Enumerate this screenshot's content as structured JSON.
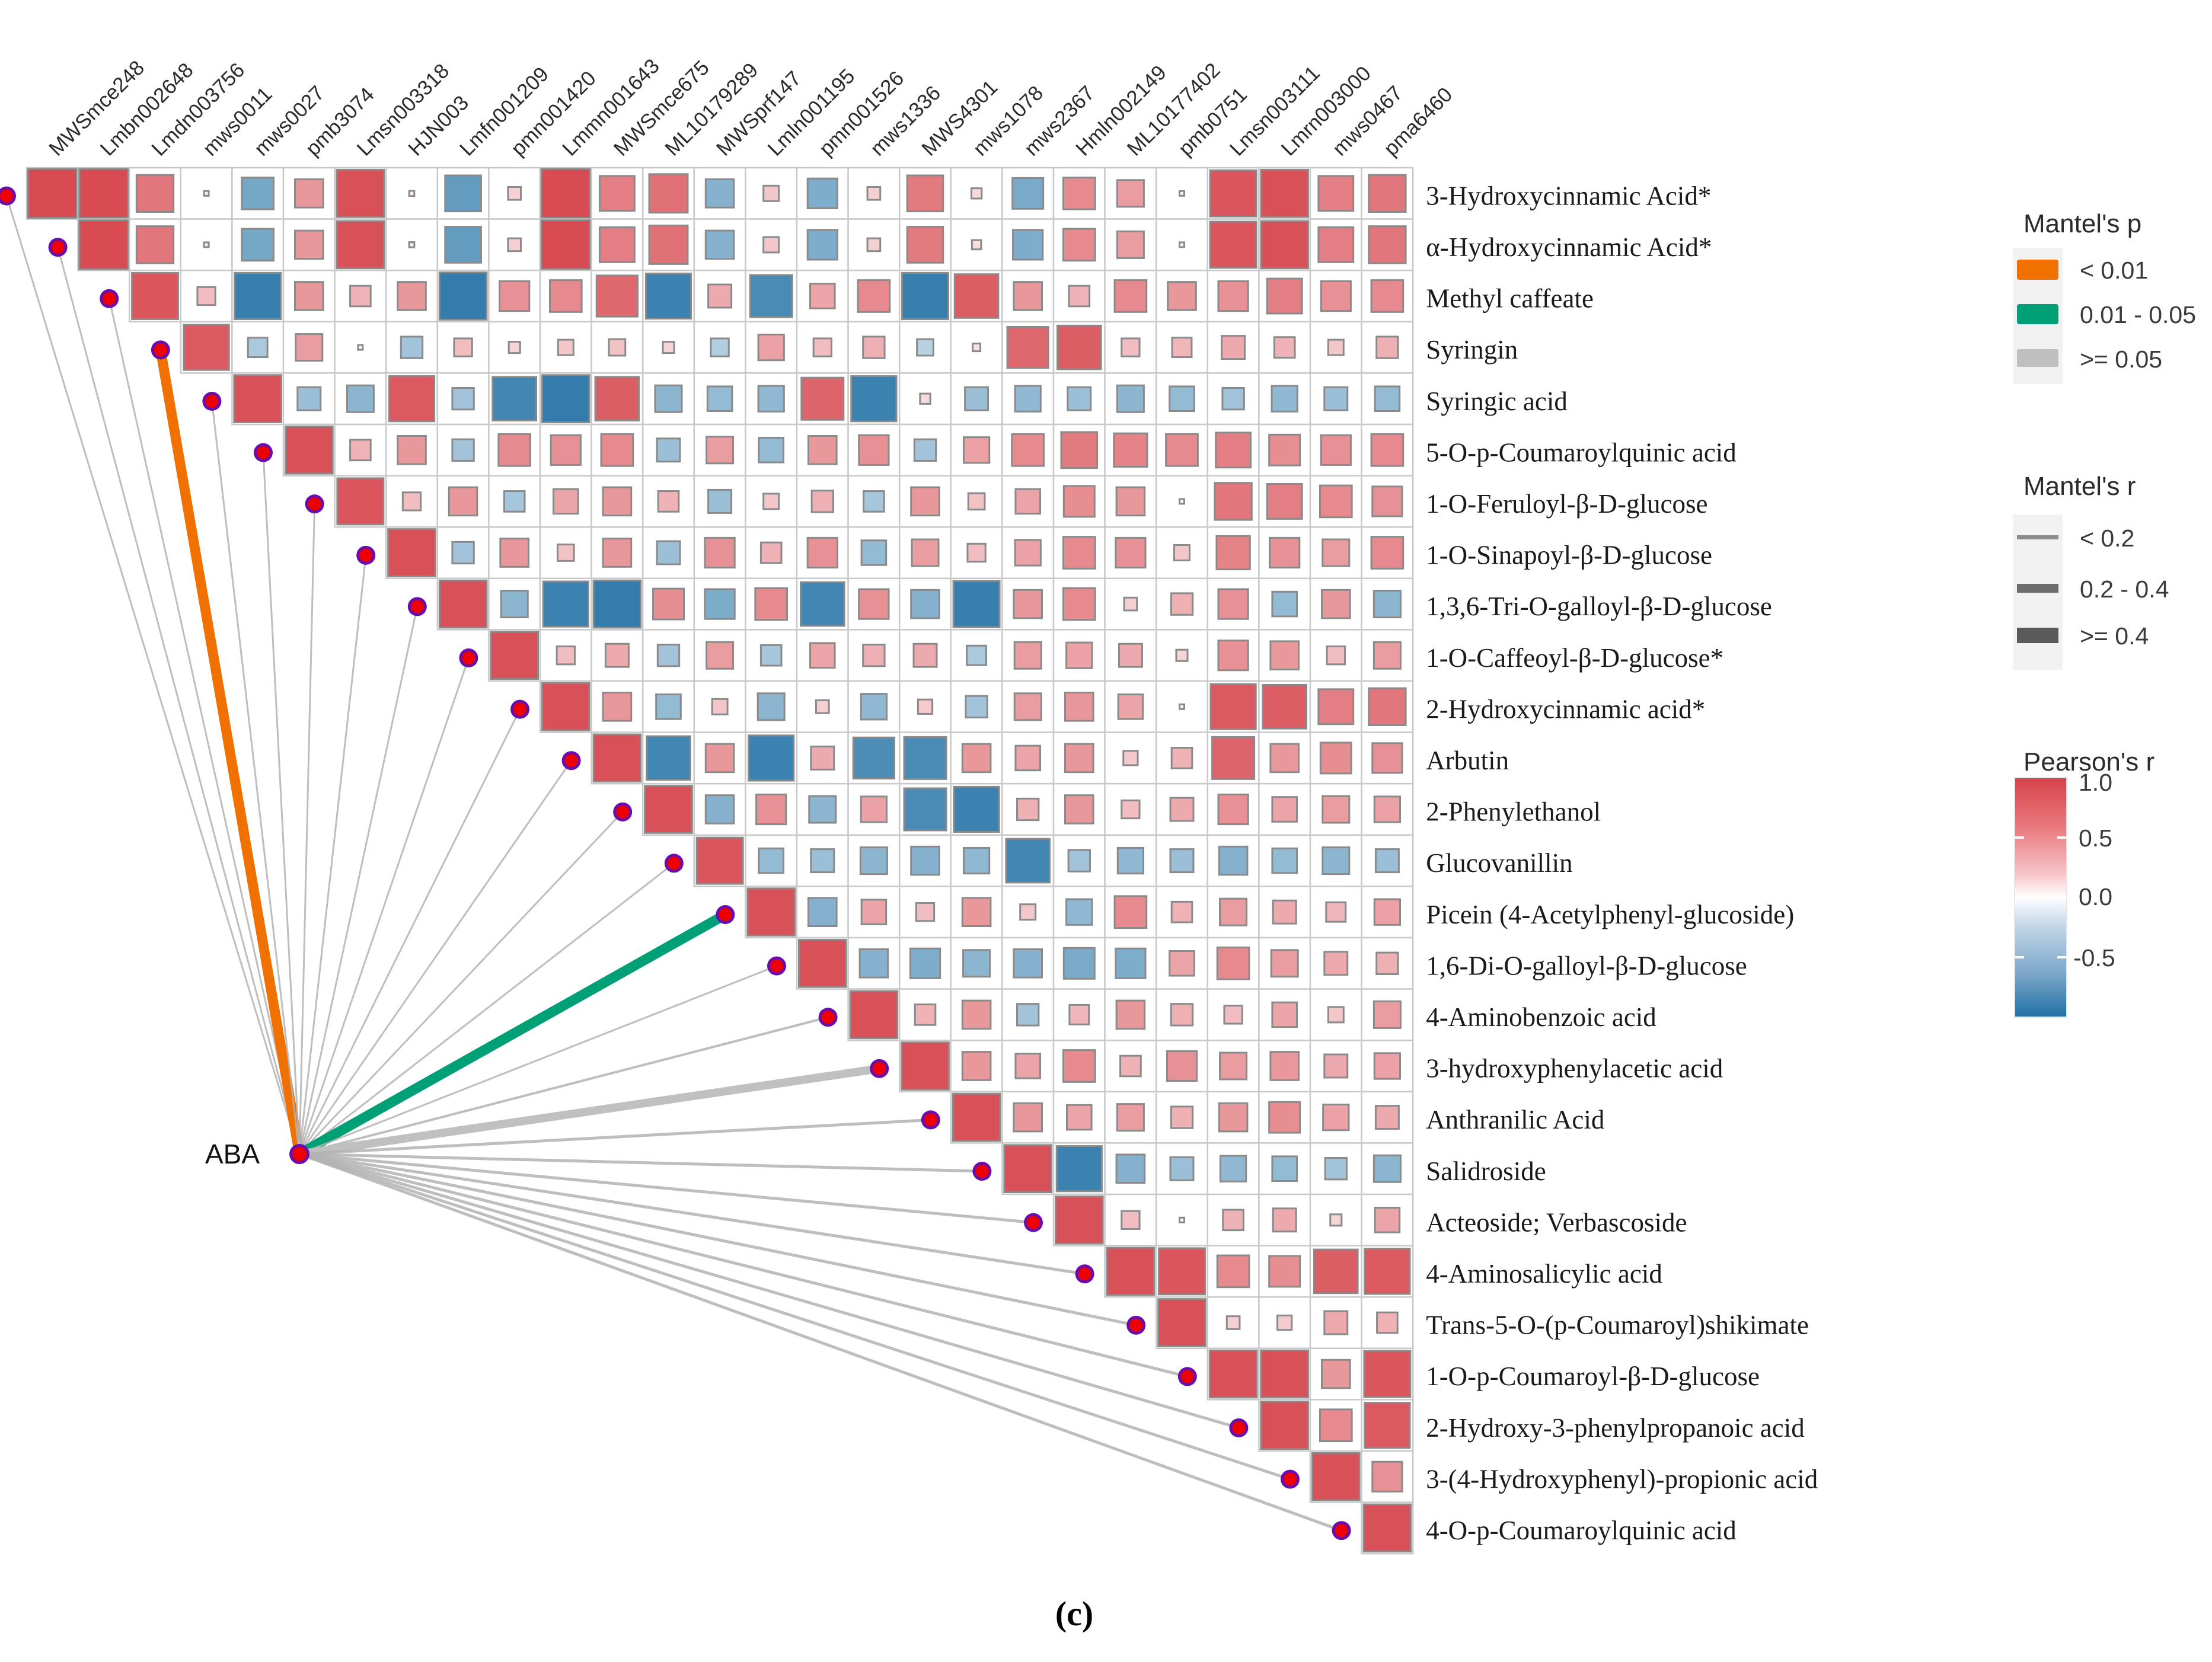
{
  "caption": "(c)",
  "network": {
    "node_label": "ABA",
    "node_name": "aba-node"
  },
  "chart_data": {
    "type": "heatmap",
    "title": "",
    "subtitle": "",
    "xlabel": "",
    "ylabel": "",
    "grid": false,
    "layout": "lower-left triangular correlation matrix with Mantel test linkage fan",
    "colorscale": {
      "name": "Pearson's r",
      "type": "diverging",
      "low_color": "#2171a5",
      "mid_color": "#ffffff",
      "high_color": "#d6424a",
      "range": [
        -1.0,
        1.0
      ]
    },
    "size_encoding": "inner square side scales with |Pearson's r|",
    "columns": [
      "MWSmce248",
      "Lmbn002648",
      "Lmdn003756",
      "mws0011",
      "mws0027",
      "pmb3074",
      "Lmsn003318",
      "HJN003",
      "Lmfn001209",
      "pmn001420",
      "Lmmn001643",
      "MWSmce675",
      "ML10179289",
      "MWSprf147",
      "Lmln001195",
      "pmn001526",
      "mws1336",
      "MWS4301",
      "mws1078",
      "mws2367",
      "Hmln002149",
      "ML10177402",
      "pmb0751",
      "Lmsn003111",
      "Lmrn003000",
      "mws0467",
      "pma6460"
    ],
    "rows": [
      "3-Hydroxycinnamic Acid*",
      "α-Hydroxycinnamic Acid*",
      "Methyl caffeate",
      "Syringin",
      "Syringic acid",
      "5-O-p-Coumaroylquinic acid",
      "1-O-Feruloyl-β-D-glucose",
      "1-O-Sinapoyl-β-D-glucose",
      "1,3,6-Tri-O-galloyl-β-D-glucose",
      "1-O-Caffeoyl-β-D-glucose*",
      "2-Hydroxycinnamic acid*",
      "Arbutin",
      "2-Phenylethanol",
      "Glucovanillin",
      "Picein (4-Acetylphenyl-glucoside)",
      "1,6-Di-O-galloyl-β-D-glucose",
      "4-Aminobenzoic acid",
      "3-hydroxyphenylacetic acid",
      "Anthranilic Acid",
      "Salidroside",
      "Acteoside; Verbascoside",
      "4-Aminosalicylic acid",
      "Trans-5-O-(p-Coumaroyl)shikimate",
      "1-O-p-Coumaroyl-β-D-glucose",
      "2-Hydroxy-3-phenylpropanoic acid",
      "3-(4-Hydroxyphenyl)-propionic acid",
      "4-O-p-Coumaroylquinic acid"
    ],
    "values": [
      [
        0.95,
        0.95,
        0.72,
        0.08,
        -0.62,
        0.55,
        0.92,
        0.1,
        -0.7,
        0.25,
        0.95,
        0.68,
        0.75,
        -0.55,
        0.3,
        -0.58,
        0.25,
        0.7,
        0.2,
        -0.6,
        0.62,
        0.52,
        0.04,
        0.9,
        0.92,
        0.68,
        0.72
      ],
      [
        null,
        0.95,
        0.72,
        0.08,
        -0.62,
        0.55,
        0.92,
        0.1,
        -0.7,
        0.25,
        0.95,
        0.68,
        0.75,
        -0.55,
        0.3,
        -0.58,
        0.25,
        0.7,
        0.18,
        -0.58,
        0.62,
        0.52,
        0.04,
        0.9,
        0.92,
        0.68,
        0.72
      ],
      [
        null,
        null,
        0.9,
        0.35,
        -0.9,
        0.55,
        0.4,
        0.55,
        -0.92,
        0.58,
        0.62,
        0.8,
        -0.88,
        0.45,
        -0.82,
        0.48,
        0.62,
        -0.9,
        0.85,
        0.55,
        0.4,
        0.62,
        0.55,
        0.58,
        0.68,
        0.58,
        0.62
      ],
      [
        null,
        null,
        null,
        0.88,
        -0.38,
        0.52,
        0.05,
        -0.42,
        0.35,
        0.22,
        0.3,
        0.32,
        0.22,
        -0.35,
        0.5,
        0.35,
        0.42,
        -0.32,
        0.15,
        0.8,
        0.85,
        0.35,
        0.38,
        0.45,
        0.4,
        0.3,
        0.42
      ],
      [
        null,
        null,
        null,
        null,
        0.92,
        -0.45,
        -0.52,
        0.88,
        -0.42,
        -0.85,
        -0.92,
        0.85,
        -0.52,
        -0.48,
        -0.5,
        0.82,
        -0.88,
        0.2,
        -0.45,
        -0.5,
        -0.45,
        -0.52,
        -0.48,
        -0.42,
        -0.5,
        -0.45,
        -0.48
      ],
      [
        null,
        null,
        null,
        null,
        null,
        0.92,
        0.4,
        0.55,
        -0.42,
        0.62,
        0.58,
        0.62,
        -0.45,
        0.52,
        -0.48,
        0.55,
        0.58,
        -0.42,
        0.5,
        0.62,
        0.7,
        0.65,
        0.62,
        0.68,
        0.6,
        0.58,
        0.62
      ],
      [
        null,
        null,
        null,
        null,
        null,
        null,
        0.9,
        0.35,
        0.55,
        -0.4,
        0.48,
        0.55,
        0.4,
        -0.45,
        0.3,
        0.42,
        -0.4,
        0.55,
        0.32,
        0.48,
        0.6,
        0.55,
        0.06,
        0.72,
        0.68,
        0.62,
        0.58
      ],
      [
        null,
        null,
        null,
        null,
        null,
        null,
        null,
        0.92,
        -0.42,
        0.55,
        0.32,
        0.55,
        -0.45,
        0.58,
        0.4,
        0.58,
        -0.48,
        0.52,
        0.35,
        0.5,
        0.62,
        0.58,
        0.3,
        0.65,
        0.58,
        0.52,
        0.62
      ],
      [
        null,
        null,
        null,
        null,
        null,
        null,
        null,
        null,
        0.92,
        -0.52,
        -0.88,
        -0.92,
        0.6,
        -0.58,
        0.62,
        -0.85,
        0.58,
        -0.55,
        -0.9,
        0.55,
        0.62,
        0.25,
        0.42,
        0.58,
        -0.48,
        0.55,
        -0.52
      ],
      [
        null,
        null,
        null,
        null,
        null,
        null,
        null,
        null,
        null,
        0.92,
        0.35,
        0.45,
        -0.42,
        0.52,
        -0.4,
        0.48,
        0.42,
        0.45,
        -0.38,
        0.52,
        0.5,
        0.45,
        0.22,
        0.58,
        0.55,
        0.35,
        0.52
      ],
      [
        null,
        null,
        null,
        null,
        null,
        null,
        null,
        null,
        null,
        null,
        0.92,
        0.55,
        -0.48,
        0.3,
        -0.52,
        0.25,
        -0.5,
        0.28,
        -0.42,
        0.52,
        0.55,
        0.48,
        0.05,
        0.88,
        0.85,
        0.68,
        0.72
      ],
      [
        null,
        null,
        null,
        null,
        null,
        null,
        null,
        null,
        null,
        null,
        null,
        0.92,
        -0.85,
        0.55,
        -0.88,
        0.45,
        -0.8,
        -0.82,
        0.55,
        0.48,
        0.55,
        0.28,
        0.4,
        0.82,
        0.55,
        0.6,
        0.58
      ],
      [
        null,
        null,
        null,
        null,
        null,
        null,
        null,
        null,
        null,
        null,
        null,
        null,
        0.92,
        -0.55,
        0.58,
        -0.52,
        0.5,
        -0.82,
        -0.88,
        0.42,
        0.55,
        0.35,
        0.45,
        0.58,
        0.48,
        0.52,
        0.5
      ],
      [
        null,
        null,
        null,
        null,
        null,
        null,
        null,
        null,
        null,
        null,
        null,
        null,
        null,
        0.9,
        -0.48,
        -0.45,
        -0.52,
        -0.55,
        -0.5,
        -0.85,
        -0.42,
        -0.5,
        -0.45,
        -0.55,
        -0.48,
        -0.52,
        -0.45
      ],
      [
        null,
        null,
        null,
        null,
        null,
        null,
        null,
        null,
        null,
        null,
        null,
        null,
        null,
        null,
        0.92,
        -0.55,
        0.48,
        0.35,
        0.55,
        0.3,
        -0.5,
        0.62,
        0.4,
        0.52,
        0.45,
        0.38,
        0.5
      ],
      [
        null,
        null,
        null,
        null,
        null,
        null,
        null,
        null,
        null,
        null,
        null,
        null,
        null,
        null,
        null,
        0.92,
        -0.55,
        -0.58,
        -0.52,
        -0.55,
        -0.6,
        -0.58,
        0.48,
        0.62,
        0.52,
        0.45,
        0.42
      ],
      [
        null,
        null,
        null,
        null,
        null,
        null,
        null,
        null,
        null,
        null,
        null,
        null,
        null,
        null,
        null,
        null,
        0.92,
        0.4,
        0.55,
        -0.42,
        0.38,
        0.55,
        0.42,
        0.35,
        0.48,
        0.3,
        0.52
      ],
      [
        null,
        null,
        null,
        null,
        null,
        null,
        null,
        null,
        null,
        null,
        null,
        null,
        null,
        null,
        null,
        null,
        null,
        0.92,
        0.55,
        0.48,
        0.62,
        0.4,
        0.58,
        0.52,
        0.55,
        0.45,
        0.5
      ],
      [
        null,
        null,
        null,
        null,
        null,
        null,
        null,
        null,
        null,
        null,
        null,
        null,
        null,
        null,
        null,
        null,
        null,
        null,
        0.92,
        0.55,
        0.48,
        0.52,
        0.42,
        0.55,
        0.6,
        0.5,
        0.45
      ],
      [
        null,
        null,
        null,
        null,
        null,
        null,
        null,
        null,
        null,
        null,
        null,
        null,
        null,
        null,
        null,
        null,
        null,
        null,
        null,
        0.92,
        -0.88,
        -0.55,
        -0.45,
        -0.5,
        -0.48,
        -0.42,
        -0.52
      ],
      [
        null,
        null,
        null,
        null,
        null,
        null,
        null,
        null,
        null,
        null,
        null,
        null,
        null,
        null,
        null,
        null,
        null,
        null,
        null,
        null,
        0.92,
        0.35,
        0.06,
        0.4,
        0.45,
        0.22,
        0.48
      ],
      [
        null,
        null,
        null,
        null,
        null,
        null,
        null,
        null,
        null,
        null,
        null,
        null,
        null,
        null,
        null,
        null,
        null,
        null,
        null,
        null,
        null,
        0.92,
        0.9,
        0.62,
        0.6,
        0.85,
        0.88
      ],
      [
        null,
        null,
        null,
        null,
        null,
        null,
        null,
        null,
        null,
        null,
        null,
        null,
        null,
        null,
        null,
        null,
        null,
        null,
        null,
        null,
        null,
        null,
        0.92,
        0.25,
        0.28,
        0.45,
        0.4
      ],
      [
        null,
        null,
        null,
        null,
        null,
        null,
        null,
        null,
        null,
        null,
        null,
        null,
        null,
        null,
        null,
        null,
        null,
        null,
        null,
        null,
        null,
        null,
        null,
        0.92,
        0.92,
        0.55,
        0.9
      ],
      [
        null,
        null,
        null,
        null,
        null,
        null,
        null,
        null,
        null,
        null,
        null,
        null,
        null,
        null,
        null,
        null,
        null,
        null,
        null,
        null,
        null,
        null,
        null,
        null,
        0.92,
        0.62,
        0.88
      ],
      [
        null,
        null,
        null,
        null,
        null,
        null,
        null,
        null,
        null,
        null,
        null,
        null,
        null,
        null,
        null,
        null,
        null,
        null,
        null,
        null,
        null,
        null,
        null,
        null,
        null,
        0.92,
        0.58
      ],
      [
        null,
        null,
        null,
        null,
        null,
        null,
        null,
        null,
        null,
        null,
        null,
        null,
        null,
        null,
        null,
        null,
        null,
        null,
        null,
        null,
        null,
        null,
        null,
        null,
        null,
        null,
        0.92
      ]
    ],
    "mantel_links": [
      {
        "target_row": 0,
        "p_class": ">= 0.05",
        "r_class": "< 0.2",
        "color": "#b3b3b3",
        "width": 3
      },
      {
        "target_row": 1,
        "p_class": ">= 0.05",
        "r_class": "< 0.2",
        "color": "#b3b3b3",
        "width": 3
      },
      {
        "target_row": 2,
        "p_class": ">= 0.05",
        "r_class": "< 0.2",
        "color": "#b3b3b3",
        "width": 3
      },
      {
        "target_row": 3,
        "p_class": "< 0.01",
        "r_class": ">= 0.4",
        "color": "#f07000",
        "width": 17
      },
      {
        "target_row": 4,
        "p_class": ">= 0.05",
        "r_class": "< 0.2",
        "color": "#b3b3b3",
        "width": 3
      },
      {
        "target_row": 5,
        "p_class": ">= 0.05",
        "r_class": "< 0.2",
        "color": "#b3b3b3",
        "width": 3
      },
      {
        "target_row": 6,
        "p_class": ">= 0.05",
        "r_class": "< 0.2",
        "color": "#b3b3b3",
        "width": 3
      },
      {
        "target_row": 7,
        "p_class": ">= 0.05",
        "r_class": "< 0.2",
        "color": "#b3b3b3",
        "width": 3
      },
      {
        "target_row": 8,
        "p_class": ">= 0.05",
        "r_class": "< 0.2",
        "color": "#b3b3b3",
        "width": 3
      },
      {
        "target_row": 9,
        "p_class": ">= 0.05",
        "r_class": "< 0.2",
        "color": "#b3b3b3",
        "width": 3
      },
      {
        "target_row": 10,
        "p_class": ">= 0.05",
        "r_class": "< 0.2",
        "color": "#b3b3b3",
        "width": 3
      },
      {
        "target_row": 11,
        "p_class": ">= 0.05",
        "r_class": "< 0.2",
        "color": "#b3b3b3",
        "width": 3
      },
      {
        "target_row": 12,
        "p_class": ">= 0.05",
        "r_class": "< 0.2",
        "color": "#b3b3b3",
        "width": 3
      },
      {
        "target_row": 13,
        "p_class": ">= 0.05",
        "r_class": "< 0.2",
        "color": "#b3b3b3",
        "width": 3
      },
      {
        "target_row": 14,
        "p_class": "0.01 - 0.05",
        "r_class": ">= 0.4",
        "color": "#00a077",
        "width": 17
      },
      {
        "target_row": 15,
        "p_class": ">= 0.05",
        "r_class": "< 0.2",
        "color": "#b3b3b3",
        "width": 3
      },
      {
        "target_row": 16,
        "p_class": ">= 0.05",
        "r_class": "< 0.2",
        "color": "#b3b3b3",
        "width": 4
      },
      {
        "target_row": 17,
        "p_class": ">= 0.05",
        "r_class": "0.2 - 0.4",
        "color": "#c0c0c0",
        "width": 14
      },
      {
        "target_row": 18,
        "p_class": ">= 0.05",
        "r_class": "< 0.2",
        "color": "#b3b3b3",
        "width": 5
      },
      {
        "target_row": 19,
        "p_class": ">= 0.05",
        "r_class": "< 0.2",
        "color": "#b3b3b3",
        "width": 5
      },
      {
        "target_row": 20,
        "p_class": ">= 0.05",
        "r_class": "< 0.2",
        "color": "#b3b3b3",
        "width": 5
      },
      {
        "target_row": 21,
        "p_class": ">= 0.05",
        "r_class": "< 0.2",
        "color": "#b3b3b3",
        "width": 5
      },
      {
        "target_row": 22,
        "p_class": ">= 0.05",
        "r_class": "< 0.2",
        "color": "#b3b3b3",
        "width": 5
      },
      {
        "target_row": 23,
        "p_class": ">= 0.05",
        "r_class": "< 0.2",
        "color": "#b3b3b3",
        "width": 5
      },
      {
        "target_row": 24,
        "p_class": ">= 0.05",
        "r_class": "< 0.2",
        "color": "#b3b3b3",
        "width": 5
      },
      {
        "target_row": 25,
        "p_class": ">= 0.05",
        "r_class": "< 0.2",
        "color": "#b3b3b3",
        "width": 5
      },
      {
        "target_row": 26,
        "p_class": ">= 0.05",
        "r_class": "< 0.2",
        "color": "#b3b3b3",
        "width": 5
      }
    ]
  },
  "legends": {
    "mantel_p": {
      "title": "Mantel's p",
      "items": [
        {
          "label": "< 0.01",
          "color": "#f07000"
        },
        {
          "label": "0.01 - 0.05",
          "color": "#00a077"
        },
        {
          "label": ">= 0.05",
          "color": "#bfbfbf"
        }
      ]
    },
    "mantel_r": {
      "title": "Mantel's r",
      "items": [
        {
          "label": "< 0.2",
          "width": 7,
          "color": "#8c8c8c"
        },
        {
          "label": "0.2 - 0.4",
          "width": 15,
          "color": "#6e6e6e"
        },
        {
          "label": ">= 0.4",
          "width": 26,
          "color": "#5a5a5a"
        }
      ]
    },
    "pearson_r": {
      "title": "Pearson's r",
      "ticks": [
        "1.0",
        "0.5",
        "0.0",
        "-0.5"
      ],
      "top_color": "#d6424a",
      "mid_color": "#ffffff",
      "bottom_color": "#2171a5"
    }
  }
}
